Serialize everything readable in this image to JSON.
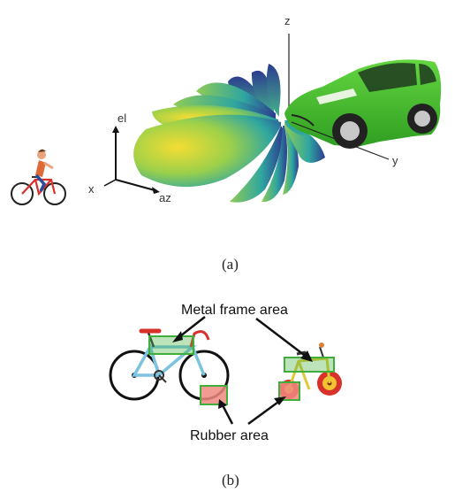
{
  "panel_a": {
    "caption": "(a)",
    "axes": {
      "z": "z",
      "y": "y",
      "x": "x",
      "el": "el",
      "az": "az"
    }
  },
  "panel_b": {
    "caption": "(b)",
    "label_metal": "Metal frame area",
    "label_rubber": "Rubber area"
  },
  "colors": {
    "car_body": "#3fbf2a",
    "bike_frame_red": "#d8302a",
    "highlight_green": "#3fae3a",
    "highlight_red": "#f08a80",
    "lobe_yellow": "#f2d230",
    "lobe_teal": "#2fa6a0",
    "lobe_blue": "#2b3d8f"
  }
}
